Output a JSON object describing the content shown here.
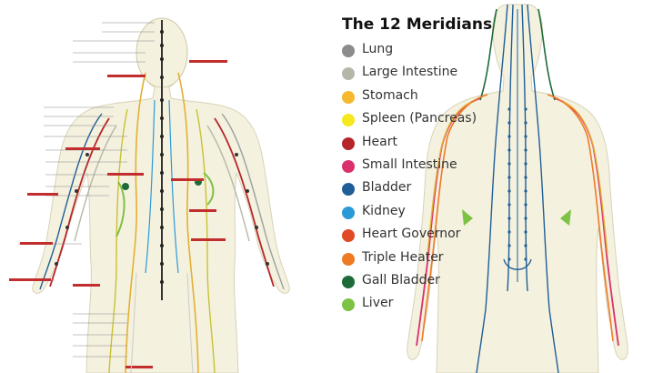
{
  "legend": {
    "title": "The 12 Meridians",
    "items": [
      {
        "label": "Lung",
        "color": "#8c8c8c"
      },
      {
        "label": "Large Intestine",
        "color": "#b5b8a8"
      },
      {
        "label": "Stomach",
        "color": "#f5b82e"
      },
      {
        "label": "Spleen (Pancreas)",
        "color": "#f5e81e"
      },
      {
        "label": "Heart",
        "color": "#b5252a"
      },
      {
        "label": "Small Intestine",
        "color": "#d9316e"
      },
      {
        "label": "Bladder",
        "color": "#1f5e96"
      },
      {
        "label": "Kidney",
        "color": "#2b9ad6"
      },
      {
        "label": "Heart Governor",
        "color": "#e04a26"
      },
      {
        "label": "Triple Heater",
        "color": "#ef7a26"
      },
      {
        "label": "Gall Bladder",
        "color": "#1e6b3a"
      },
      {
        "label": "Liver",
        "color": "#7cc243"
      }
    ]
  }
}
